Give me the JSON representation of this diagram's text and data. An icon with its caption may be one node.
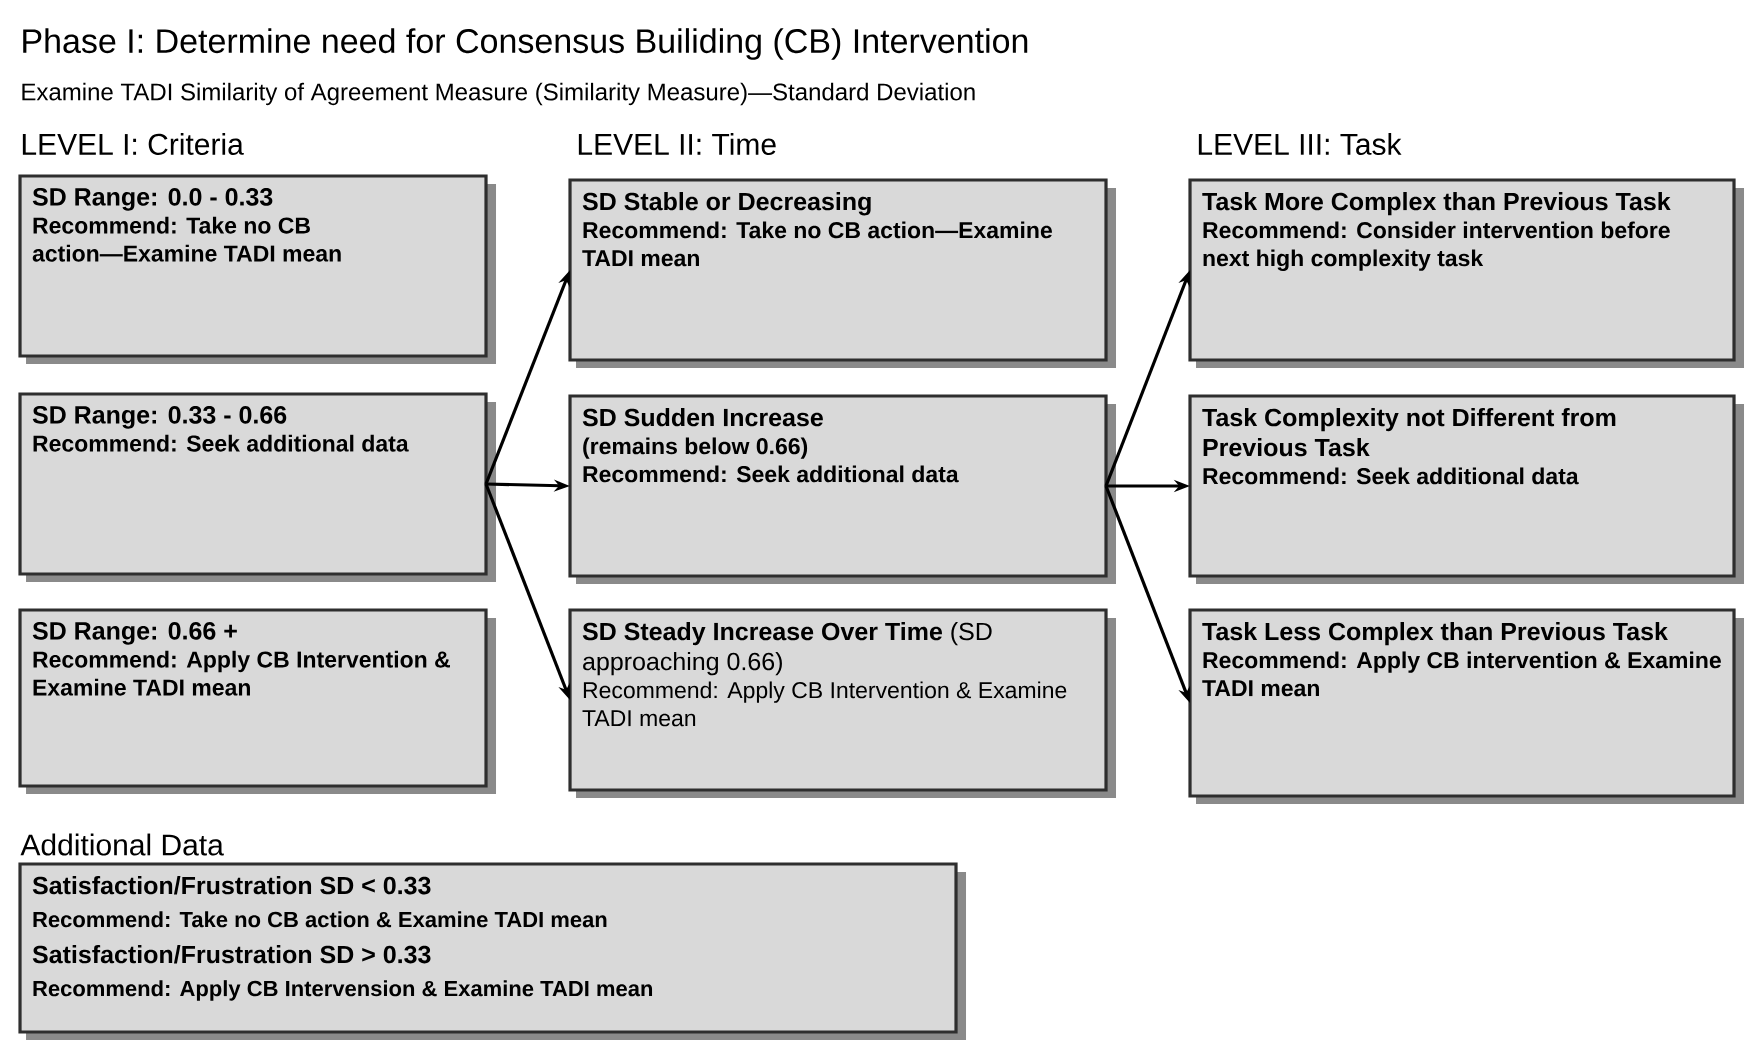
{
  "diagram": {
    "title": "Phase I: Determine need for Consensus Builiding (CB) Intervention",
    "nodes": [
      {
        "text": [
          "SD Range: 0.0 - 0.33",
          "Recommend: Take no CB action—Examine TADI mean"
        ]
      },
      {
        "text": [
          "SD Range: 0.33 - 0.66",
          "Recommend: Seek additional data"
        ]
      },
      {
        "text": [
          "SD Range: 0.66 +",
          "Recommend: Apply CB Intervention & Examine TADI mean"
        ]
      },
      {
        "text": [
          "SD Stable or Decreasing",
          "Recommend: Take no CB action—Examine TADI mean"
        ]
      },
      {
        "text": [
          "SD Sudden Increase",
          "(remains below 0.66)",
          "Recommend: Seek additional data"
        ]
      },
      {
        "text": [
          "**SD Steady Increase Over Time** (SD approaching 0.66)",
          "Recommend: Apply CB Intervention & Examine TADI mean"
        ]
      },
      {
        "text": [
          "Task More Complex than Previous Task",
          "Recommend: Consider intervention before next high complexity task"
        ]
      },
      {
        "text": [
          "Task Complexity not Different from Previous Task",
          "Recommend: Seek additional data"
        ]
      },
      {
        "text": [
          "Task Less Complex than Previous Task",
          "Recommend: Apply CB intervention & Examine TADI mean"
        ]
      },
      {
        "text": [
          "Additional Data",
          "Satisfaction/Frustration SD < 0.33",
          "Recommend: Take no CB action & Examine TADI mean",
          "Satisfaction/Frustration SD > 0.33",
          "Recommend: Apply CB Intervension & Examine TADI mean"
        ]
      }
    ],
    "edges": [
      {
        "from": 1,
        "to": 3,
        "arrow": "to"
      },
      {
        "from": 1,
        "to": 4,
        "arrow": "to"
      },
      {
        "from": 1,
        "to": 5,
        "arrow": "to"
      },
      {
        "from": 4,
        "to": 6,
        "arrow": "to"
      },
      {
        "from": 4,
        "to": 7,
        "arrow": "to"
      },
      {
        "from": 4,
        "to": 8,
        "arrow": "to"
      }
    ],
    "labels": [
      "Examine TADI Similarity of Agreement Measure (Similarity Measure)—Standard Deviation",
      "LEVEL I: Criteria",
      "LEVEL II: Time",
      "LEVEL III: Task"
    ]
  }
}
